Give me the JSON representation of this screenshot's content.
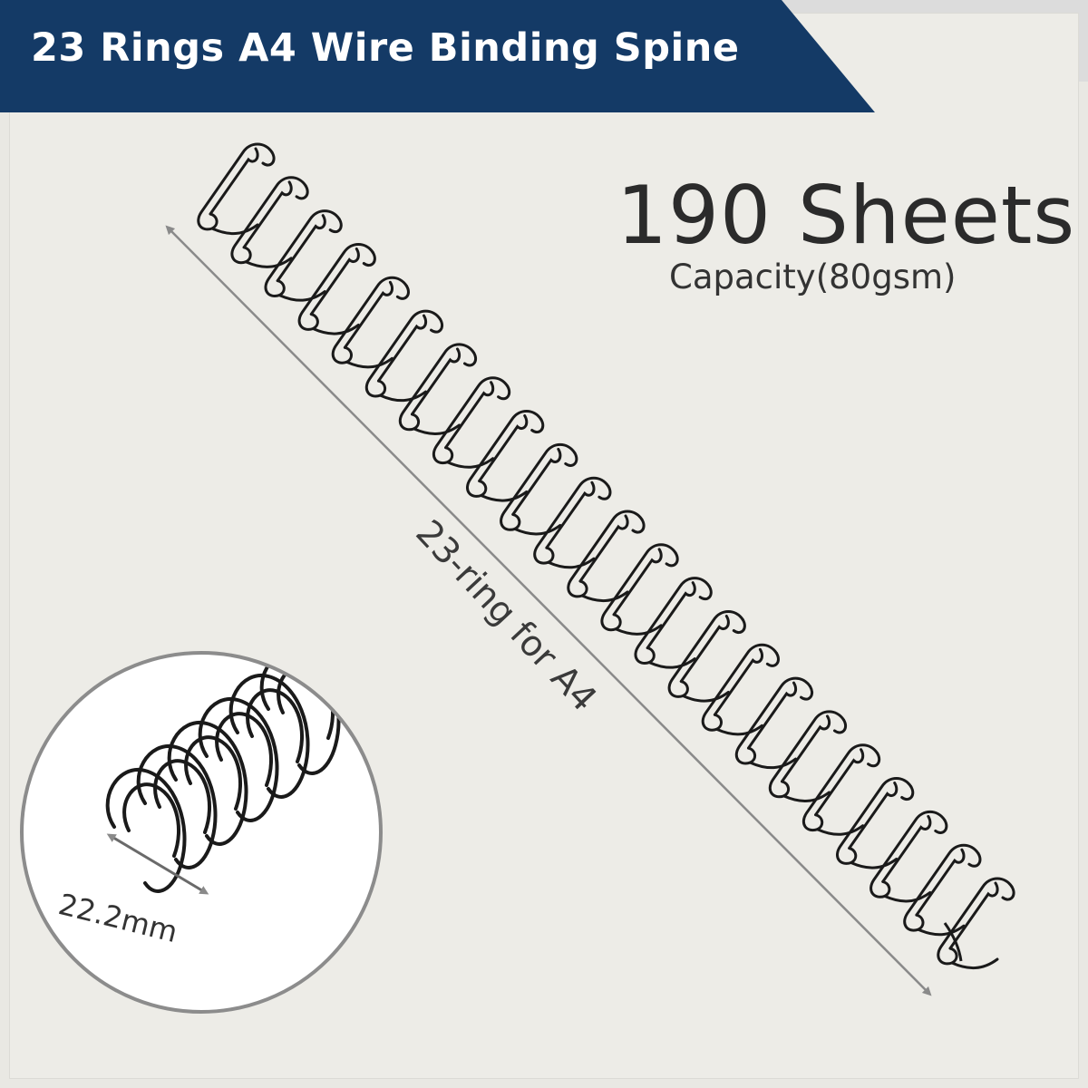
{
  "banner": {
    "title": "23 Rings A4 Wire Binding Spine"
  },
  "capacity": {
    "headline": "190 Sheets",
    "subline": "Capacity(80gsm)"
  },
  "dimensions": {
    "length_label": "23-ring for A4",
    "diameter_label": "22.2mm"
  },
  "product": {
    "ring_count": 23,
    "wire_color": "#1a1a1a"
  },
  "colors": {
    "banner": "#143a66",
    "background": "#edece7",
    "arrow": "#8a8a8a"
  }
}
